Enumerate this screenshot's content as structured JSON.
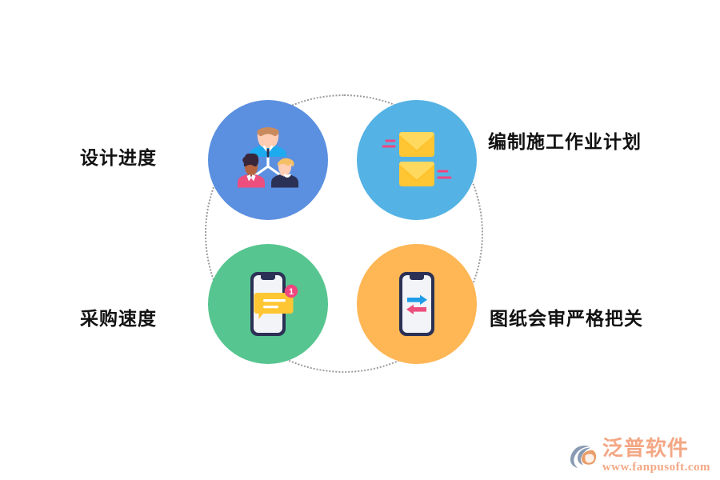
{
  "diagram": {
    "title": "",
    "layout": "2x2-circle-cluster",
    "connector": {
      "name": "dotted-ring",
      "style": "dotted",
      "color": "#9b9b9b"
    },
    "nodes": [
      {
        "id": "design-progress",
        "label": "设计进度",
        "label_side": "left",
        "color": "#5b8fe0",
        "icon": "team-org-chart-icon",
        "position": "top-left"
      },
      {
        "id": "construction-plan",
        "label": "编制施工作业计划",
        "label_side": "right",
        "color": "#54b3e4",
        "icon": "envelopes-sending-icon",
        "position": "top-right"
      },
      {
        "id": "purchase-speed",
        "label": "采购速度",
        "label_side": "left",
        "color": "#56c58f",
        "icon": "phone-message-notification-icon",
        "position": "bottom-left"
      },
      {
        "id": "drawing-review",
        "label": "图纸会审严格把关",
        "label_side": "right",
        "color": "#ffb655",
        "icon": "phone-transfer-arrows-icon",
        "position": "bottom-right"
      }
    ],
    "badges": {
      "message_count": "1"
    }
  },
  "watermark": {
    "brand": "泛普软件",
    "url": "www.fanpusoft.com",
    "logo_icon": "fanpu-swoosh-logo-icon",
    "color": "#f3a07a"
  },
  "palette": {
    "background": "#ffffff",
    "blue": "#5b8fe0",
    "sky": "#54b3e4",
    "green": "#56c58f",
    "orange": "#ffb655",
    "yellow": "#ffc94d",
    "yellow_light": "#ffd868",
    "pink": "#f0467f",
    "navy": "#2b3155",
    "white": "#ffffff",
    "text": "#111111"
  }
}
